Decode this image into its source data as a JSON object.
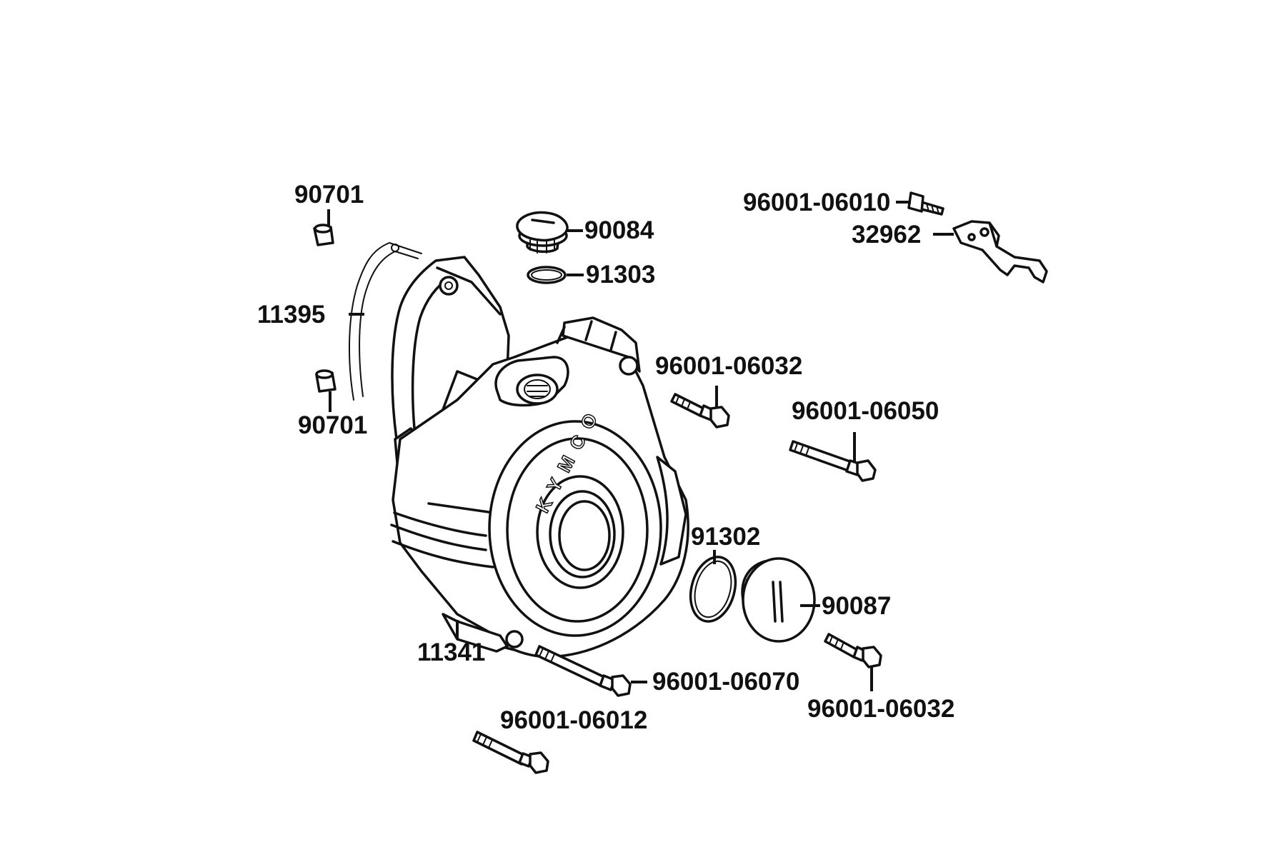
{
  "diagram": {
    "part_labels": {
      "p90701_top": "90701",
      "p90701_bottom": "90701",
      "p11395": "11395",
      "p90084": "90084",
      "p91303": "91303",
      "p96001_06010": "96001-06010",
      "p32962": "32962",
      "p96001_06032_upper": "96001-06032",
      "p96001_06050": "96001-06050",
      "p91302": "91302",
      "p90087": "90087",
      "p11341": "11341",
      "p96001_06070": "96001-06070",
      "p96001_06032_lower": "96001-06032",
      "p96001_06012": "96001-06012"
    },
    "cover_logo": "KYMCO",
    "colors": {
      "line": "#111111",
      "background": "#ffffff"
    }
  }
}
